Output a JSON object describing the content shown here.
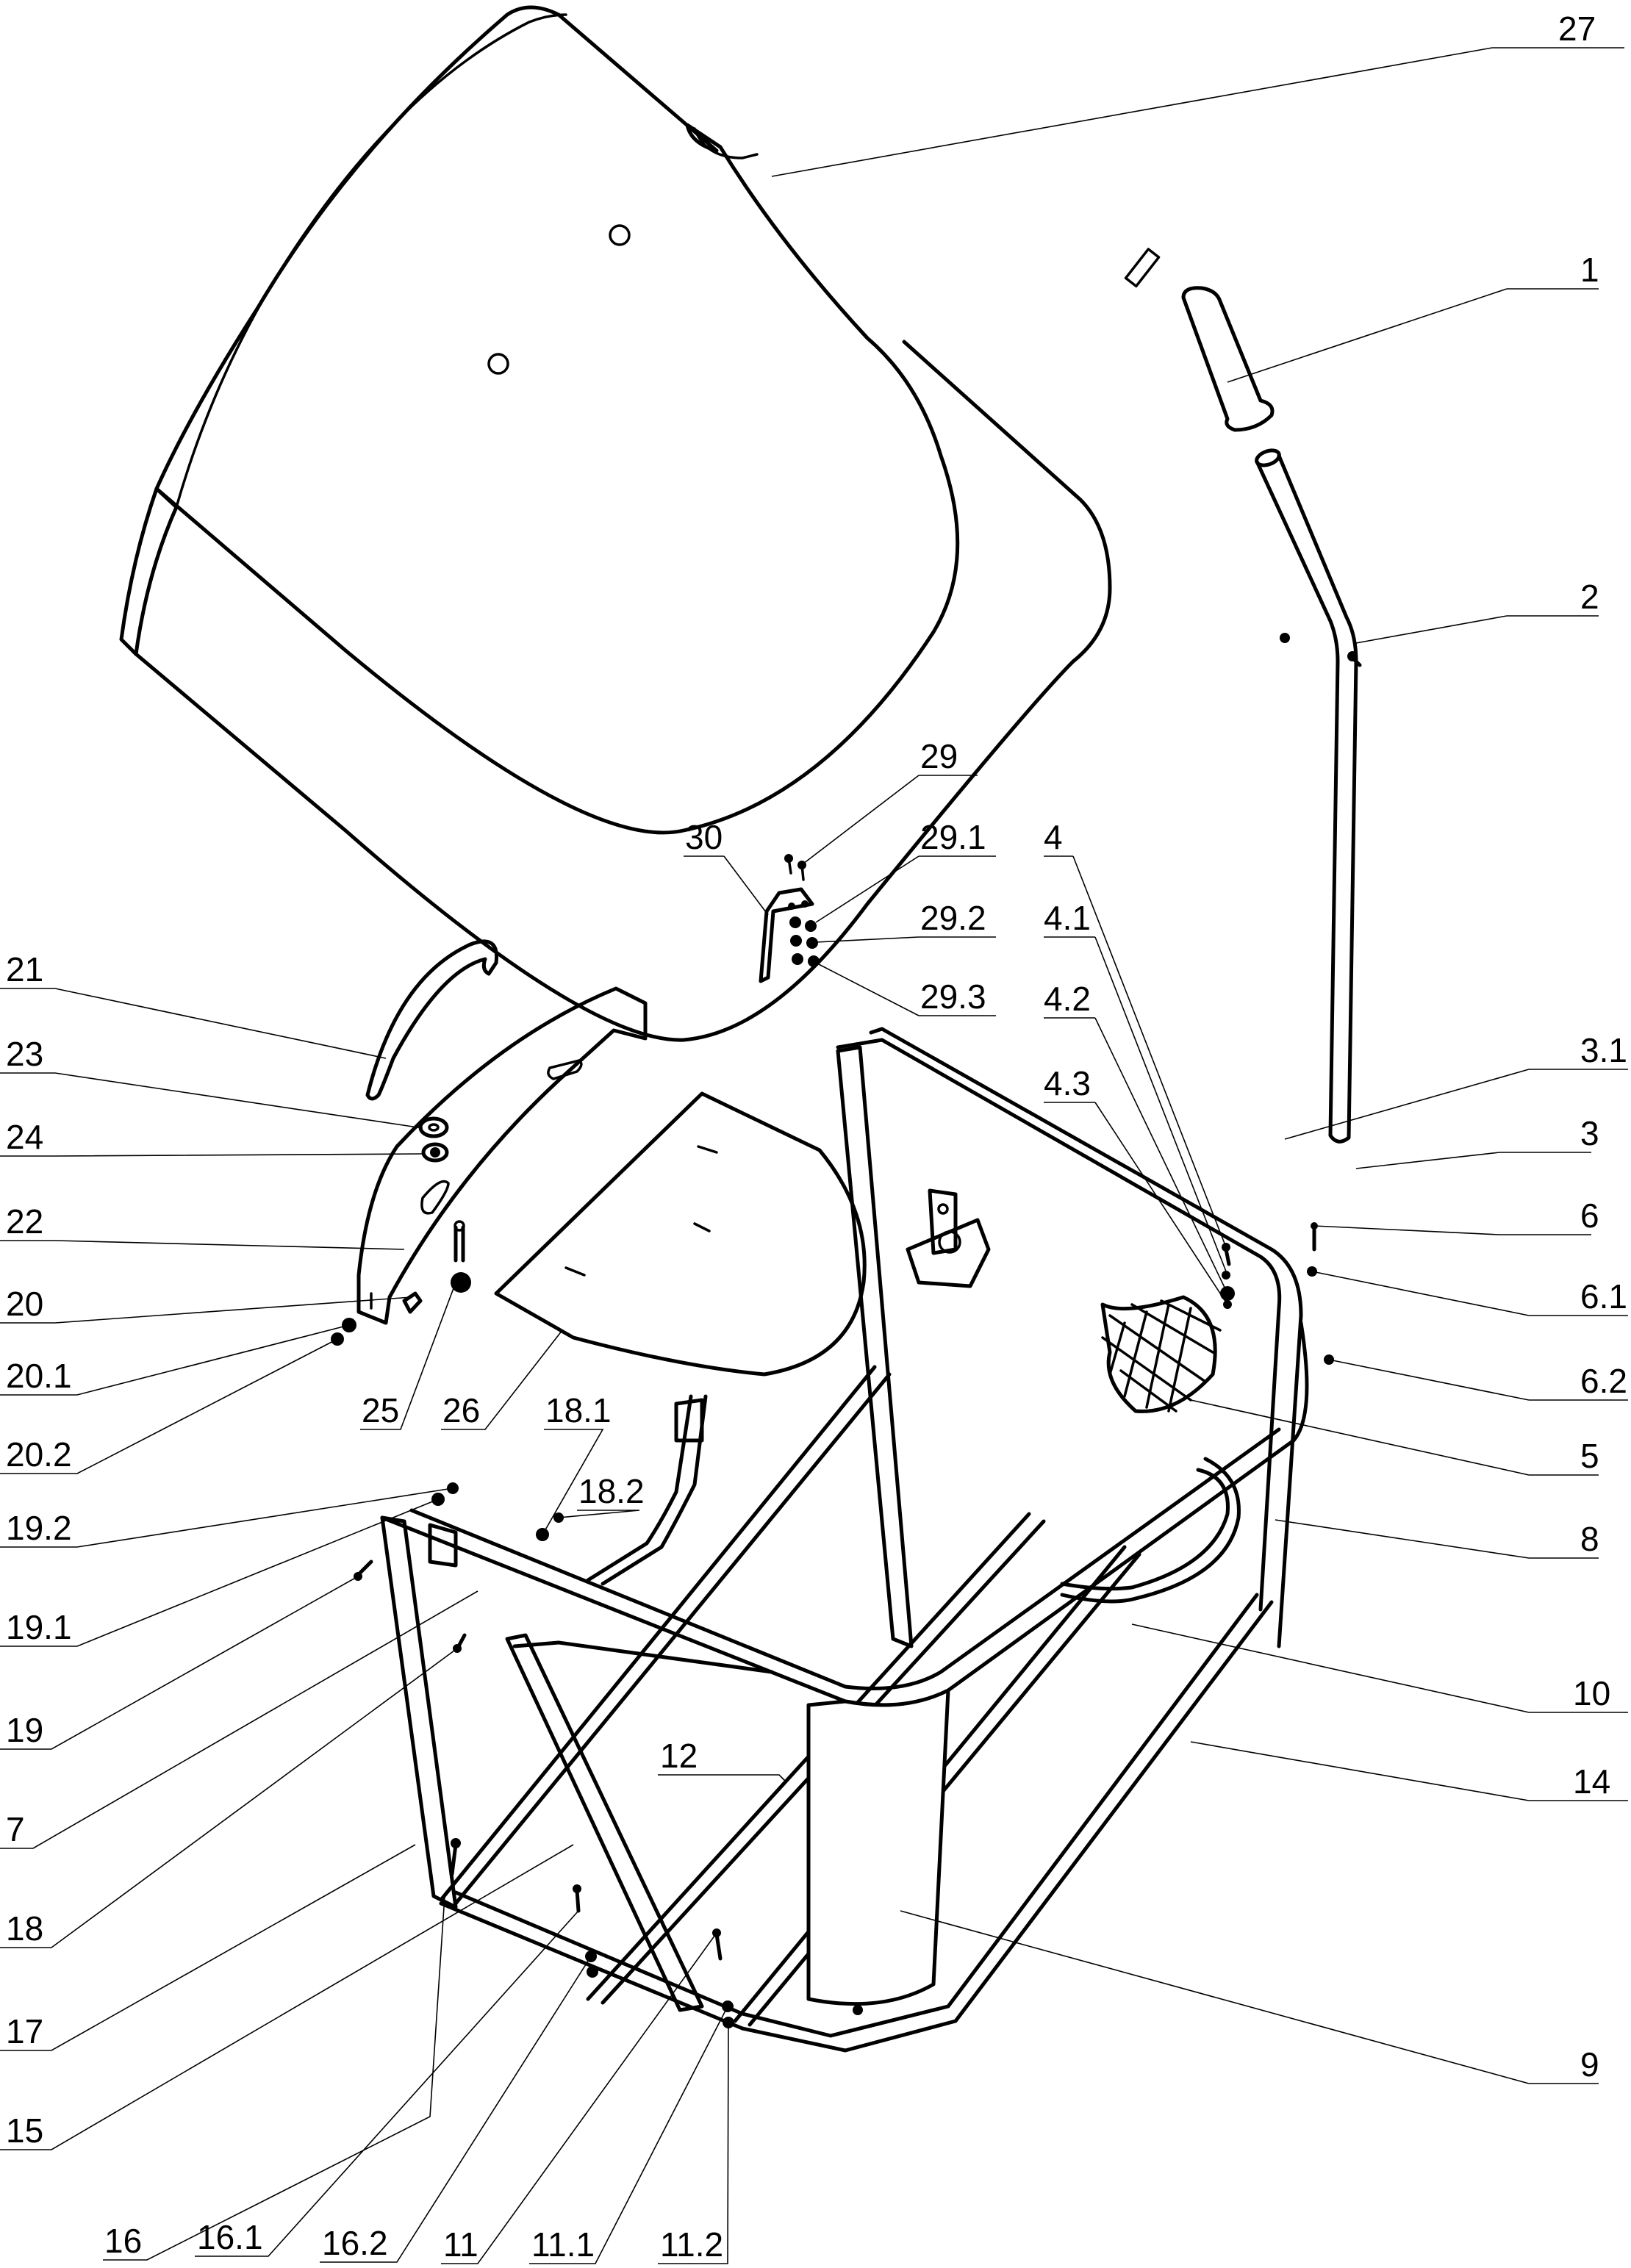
{
  "diagram": {
    "type": "exploded-parts-drawing",
    "subject": "seat and frame assembly",
    "labels": {
      "p27": "27",
      "p1": "1",
      "p2": "2",
      "p29": "29",
      "p29_1": "29.1",
      "p29_2": "29.2",
      "p29_3": "29.3",
      "p30": "30",
      "p4": "4",
      "p4_1": "4.1",
      "p4_2": "4.2",
      "p4_3": "4.3",
      "p3_1": "3.1",
      "p3": "3",
      "p6": "6",
      "p6_1": "6.1",
      "p6_2": "6.2",
      "p5": "5",
      "p8": "8",
      "p10": "10",
      "p14": "14",
      "p9": "9",
      "p21": "21",
      "p23": "23",
      "p24": "24",
      "p22": "22",
      "p20": "20",
      "p20_1": "20.1",
      "p20_2": "20.2",
      "p25": "25",
      "p26": "26",
      "p18_1": "18.1",
      "p18_2": "18.2",
      "p19_2": "19.2",
      "p19_1": "19.1",
      "p19": "19",
      "p7": "7",
      "p18": "18",
      "p17": "17",
      "p15": "15",
      "p12": "12",
      "p16": "16",
      "p16_1": "16.1",
      "p16_2": "16.2",
      "p11": "11",
      "p11_1": "11.1",
      "p11_2": "11.2"
    }
  }
}
